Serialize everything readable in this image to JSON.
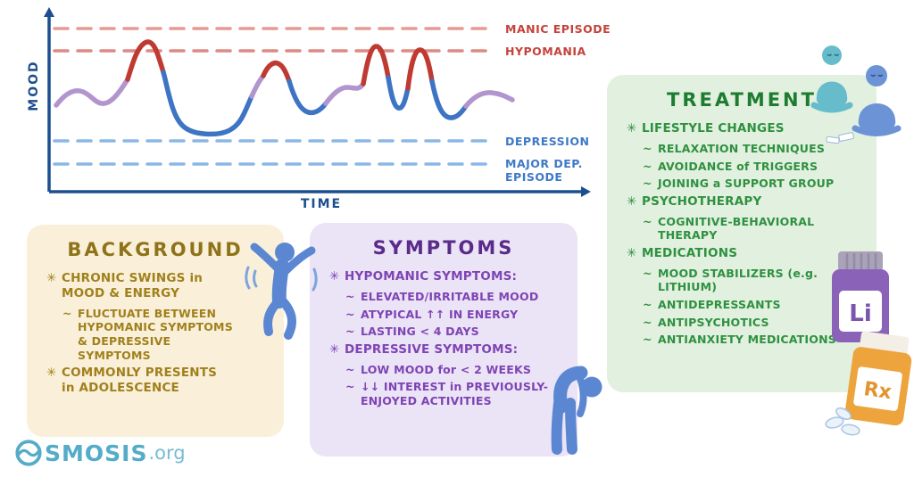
{
  "colors": {
    "axis": "#1d4e8f",
    "mood_baseline": "#b295cf",
    "mood_high": "#bf3a31",
    "mood_low": "#3d74c4",
    "manic_line": "#e59a93",
    "hypomania_line": "#dd8a84",
    "depression_line": "#8bb7e6",
    "background_panel": "#faf0da",
    "background_text": "#a0801b",
    "symptoms_panel": "#ebe3f6",
    "symptoms_text": "#7e44b4",
    "treatment_panel": "#e2f0df",
    "treatment_text": "#2e9140",
    "figure_blue": "#5b87d2",
    "lithium_bottle": "#8a63b8",
    "rx_bottle": "#eda43c",
    "logo_teal": "#54acc8"
  },
  "chart": {
    "ylabel": "MOOD",
    "xlabel": "TIME",
    "thresholds": [
      {
        "label": "MANIC EPISODE"
      },
      {
        "label": "HYPOMANIA"
      },
      {
        "label": "DEPRESSION"
      },
      {
        "label": "MAJOR DEP. EPISODE"
      }
    ]
  },
  "chart_data": {
    "type": "line",
    "xlabel": "TIME",
    "ylabel": "MOOD",
    "reference_lines": [
      {
        "label": "MANIC EPISODE",
        "level": 2
      },
      {
        "label": "HYPOMANIA",
        "level": 1
      },
      {
        "label": "DEPRESSION",
        "level": -1
      },
      {
        "label": "MAJOR DEP. EPISODE",
        "level": -2
      }
    ],
    "series": [
      {
        "name": "MOOD",
        "x": [
          0,
          0.5,
          1,
          1.5,
          2,
          2.5,
          3,
          3.5,
          4,
          4.5,
          5,
          5.5,
          6,
          6.5,
          7,
          7.5,
          8
        ],
        "values": [
          0.1,
          0.35,
          0.15,
          1.35,
          -0.2,
          -0.95,
          -0.9,
          0.2,
          0.75,
          -0.35,
          0.25,
          1.3,
          -0.5,
          1.25,
          -0.6,
          0.1,
          0.2
        ]
      }
    ],
    "ylim": [
      -2.3,
      2.3
    ],
    "grid": false,
    "legend": false
  },
  "panels": {
    "background": {
      "title": "BACKGROUND",
      "items": [
        {
          "marker": "✳",
          "text": "CHRONIC SWINGS in MOOD & ENERGY"
        },
        {
          "marker": "~",
          "text": "FLUCTUATE BETWEEN HYPOMANIC SYMPTOMS & DEPRESSIVE SYMPTOMS"
        },
        {
          "marker": "✳",
          "text": "COMMONLY PRESENTS in ADOLESCENCE"
        }
      ]
    },
    "symptoms": {
      "title": "SYMPTOMS",
      "items": [
        {
          "marker": "✳",
          "text": "HYPOMANIC SYMPTOMS:"
        },
        {
          "marker": "~",
          "text": "ELEVATED/IRRITABLE MOOD"
        },
        {
          "marker": "~",
          "text": "ATYPICAL ↑↑ IN ENERGY"
        },
        {
          "marker": "~",
          "text": "LASTING < 4 DAYS"
        },
        {
          "marker": "✳",
          "text": "DEPRESSIVE SYMPTOMS:"
        },
        {
          "marker": "~",
          "text": "LOW MOOD for < 2 WEEKS"
        },
        {
          "marker": "~",
          "text": "↓↓ INTEREST in PREVIOUSLY-ENJOYED ACTIVITIES"
        }
      ]
    },
    "treatment": {
      "title": "TREATMENT",
      "items": [
        {
          "marker": "✳",
          "text": "LIFESTYLE CHANGES"
        },
        {
          "marker": "~",
          "text": "RELAXATION TECHNIQUES"
        },
        {
          "marker": "~",
          "text": "AVOIDANCE of TRIGGERS"
        },
        {
          "marker": "~",
          "text": "JOINING a SUPPORT GROUP"
        },
        {
          "marker": "✳",
          "text": "PSYCHOTHERAPY"
        },
        {
          "marker": "~",
          "text": "COGNITIVE-BEHAVIORAL THERAPY"
        },
        {
          "marker": "✳",
          "text": "MEDICATIONS"
        },
        {
          "marker": "~",
          "text": "MOOD STABILIZERS (e.g. LITHIUM)"
        },
        {
          "marker": "~",
          "text": "ANTIDEPRESSANTS"
        },
        {
          "marker": "~",
          "text": "ANTIPSYCHOTICS"
        },
        {
          "marker": "~",
          "text": "ANTIANXIETY MEDICATIONS"
        }
      ]
    }
  },
  "art": {
    "lithium_label": "Li",
    "rx_label": "Rx"
  },
  "logo": {
    "brand_rest": "SMOSIS",
    "suffix": ".org"
  }
}
